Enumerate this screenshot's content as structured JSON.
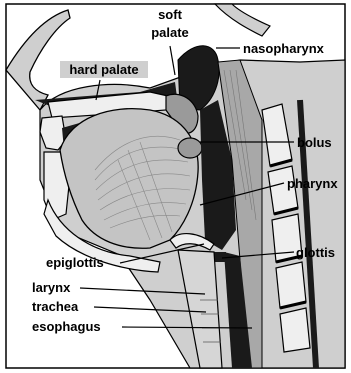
{
  "labels": {
    "soft_palate_line1": "soft",
    "soft_palate_line2": "palate",
    "hard_palate": "hard palate",
    "nasopharynx": "nasopharynx",
    "bolus": "bolus",
    "pharynx": "pharynx",
    "epiglottis": "epiglottis",
    "glottis": "glottis",
    "larynx": "larynx",
    "trachea": "trachea",
    "esophagus": "esophagus"
  },
  "colors": {
    "background": "#ffffff",
    "tissue_light": "#cfcfcf",
    "tissue_mid": "#9a9a9a",
    "tissue_dark": "#1a1a1a",
    "bone": "#efefef",
    "outline": "#000000"
  }
}
